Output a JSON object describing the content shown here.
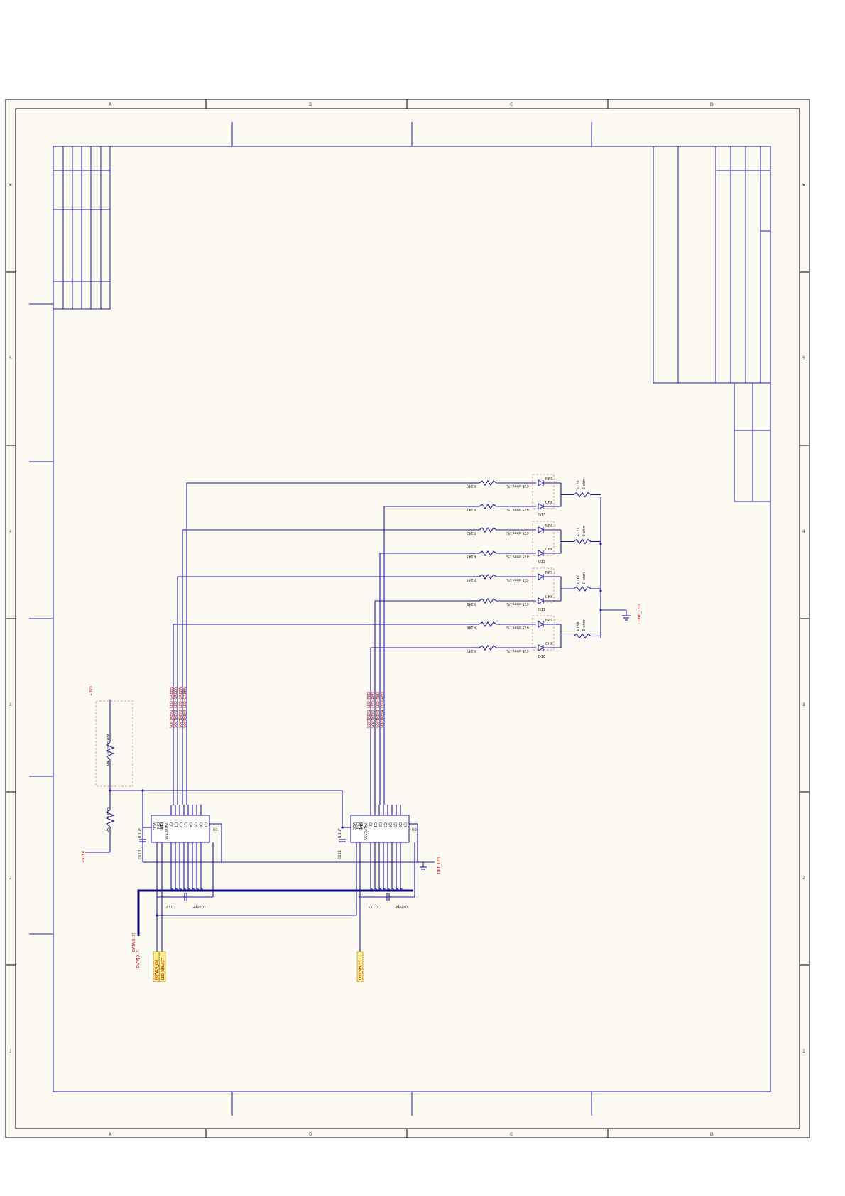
{
  "frame": {
    "column_labels": [
      "A",
      "B",
      "C",
      "D"
    ],
    "row_labels": [
      "6",
      "5",
      "4",
      "3",
      "2",
      "1"
    ]
  },
  "ics": {
    "left": {
      "designator": "U1",
      "pins_left": [
        "VCC",
        "DIN",
        "CLK"
      ],
      "pins_right": [
        "GND",
        "74LVC595",
        "Q0",
        "Q1",
        "Q2",
        "Q3",
        "Q4",
        "Q5",
        "Q6",
        "Q7"
      ]
    },
    "right": {
      "designator": "U2",
      "pins_left": [
        "VCC",
        "DIN",
        "CLK"
      ],
      "pins_right": [
        "GND",
        "74LVC595",
        "Q0",
        "Q1",
        "Q2",
        "Q3",
        "Q4",
        "Q5",
        "Q6",
        "Q7"
      ]
    }
  },
  "nets": {
    "left_group": [
      "SOFTKEY1_LED_GREEN",
      "SOFTKEY2_LED_GREEN",
      "SOFTKEY3_LED_GREEN",
      "SOFTKEY4_LED_GREEN"
    ],
    "right_group": [
      "SOFTKEY1_LED_RED",
      "SOFTKEY2_LED_RED",
      "SOFTKEY3_LED_RED",
      "SOFTKEY4_LED_RED"
    ],
    "power_left": "+3V3",
    "power_vled": "+VLED",
    "ground": "GND_LED",
    "ground2": "GND_LED",
    "data_bus": "DATA[0..7]",
    "data_bus2": "DATA[0..7]"
  },
  "ports": {
    "power_en": "POWER_EN",
    "led_select_left": "LED_SELECT",
    "led_select_right": "LED_SELECT"
  },
  "led_rows": [
    {
      "resistor": "R140",
      "value": "475 ohm 1%",
      "led_label": "NRS"
    },
    {
      "resistor": "R141",
      "value": "475 ohm 1%",
      "led_label": "CHK"
    },
    {
      "resistor": "R142",
      "value": "475 ohm 1%",
      "led_label": "NRS"
    },
    {
      "resistor": "R143",
      "value": "475 ohm 1%",
      "led_label": "CHK"
    },
    {
      "resistor": "R144",
      "value": "475 ohm 1%",
      "led_label": "NRS"
    },
    {
      "resistor": "R145",
      "value": "475 ohm 1%",
      "led_label": "CHK"
    },
    {
      "resistor": "R146",
      "value": "475 ohm 1%",
      "led_label": "NRS"
    },
    {
      "resistor": "R147",
      "value": "475 ohm 1%",
      "led_label": "CHK"
    }
  ],
  "diodes": [
    "D10",
    "D11",
    "D12",
    "D13"
  ],
  "shunts": [
    {
      "name": "R170",
      "value": "0 ohm"
    },
    {
      "name": "R171",
      "value": "0 ohm"
    },
    {
      "name": "R169",
      "value": "0 ohm"
    },
    {
      "name": "R168",
      "value": "0 ohm"
    }
  ],
  "misc": {
    "r_top": {
      "name": "R4",
      "value": "0 ohm DNI"
    },
    "r_bot": {
      "name": "R5",
      "value": "0 ohm"
    },
    "cap_left": {
      "name": "C110",
      "value": "0.1uF"
    },
    "cap_right": {
      "name": "C111",
      "value": "0.1uF"
    },
    "cap_bot_left": {
      "name": "C112",
      "value": "1000pF"
    },
    "cap_bot_right": {
      "name": "C113",
      "value": "1000pF"
    }
  }
}
